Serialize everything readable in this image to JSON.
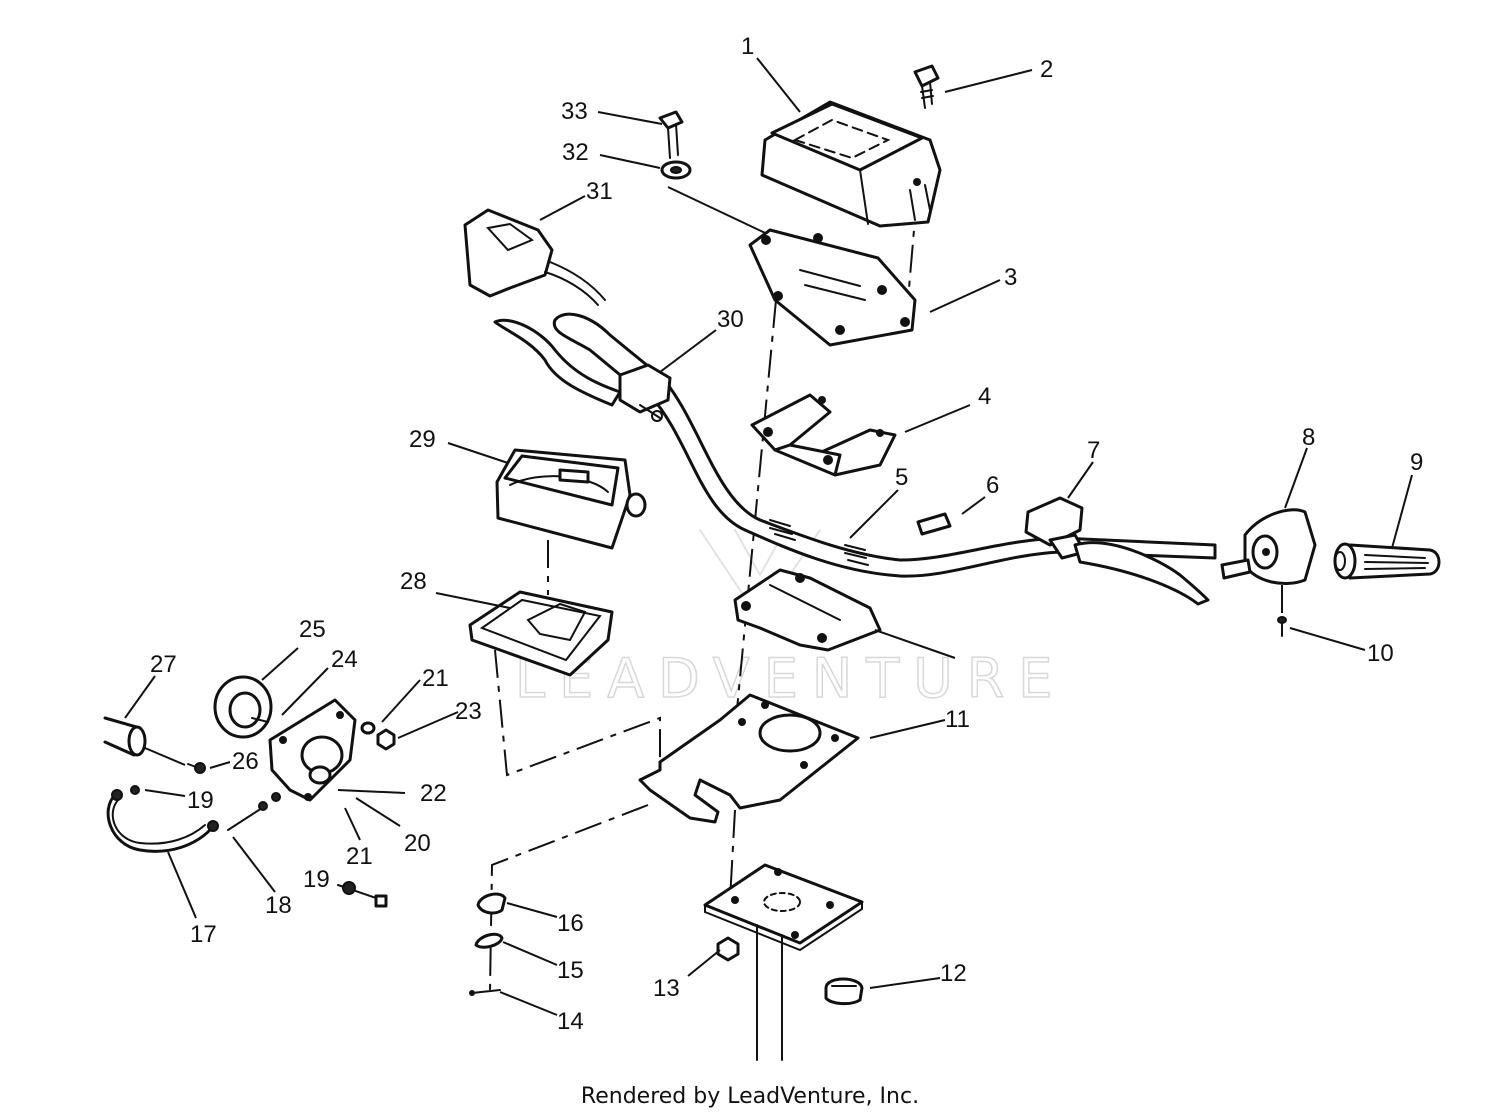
{
  "diagram": {
    "watermark": "LEADVENTURE",
    "callouts": [
      "1",
      "2",
      "3",
      "4",
      "5",
      "6",
      "7",
      "8",
      "9",
      "10",
      "11",
      "12",
      "13",
      "14",
      "15",
      "16",
      "17",
      "18",
      "19",
      "20",
      "21",
      "22",
      "23",
      "24",
      "25",
      "26",
      "27",
      "28",
      "29",
      "30",
      "31",
      "32",
      "33"
    ]
  },
  "footer": "Rendered by LeadVenture, Inc."
}
